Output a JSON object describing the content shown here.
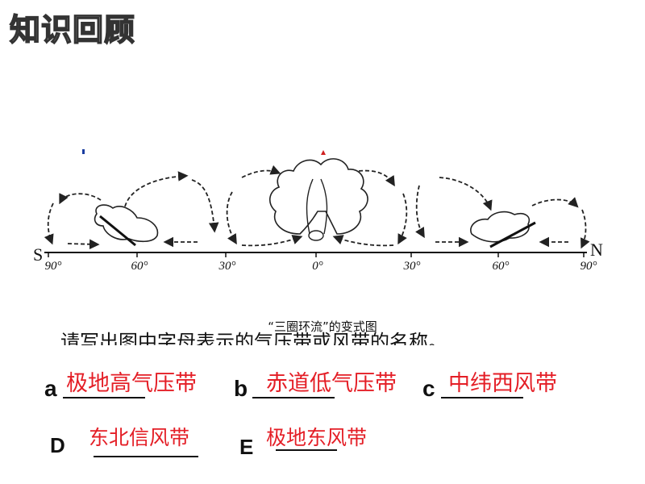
{
  "title": "知识回顾",
  "diagram": {
    "caption": "“三圈环流”的变式图",
    "pole_left": "S",
    "pole_right": "N",
    "latitudes": [
      "90°",
      "60°",
      "30°",
      "0°",
      "30°",
      "60°",
      "90°"
    ]
  },
  "question": "请写出图中字母表示的气压带或风带的名称。",
  "answers": [
    {
      "letter": "a",
      "answer": "极地高气压带"
    },
    {
      "letter": "b",
      "answer": "赤道低气压带"
    },
    {
      "letter": "c",
      "answer": "中纬西风带"
    },
    {
      "letter": "D",
      "answer": "东北信风带"
    },
    {
      "letter": "E",
      "answer": "极地东风带"
    }
  ],
  "colors": {
    "answer_red": "#e41e26",
    "text": "#111111"
  }
}
